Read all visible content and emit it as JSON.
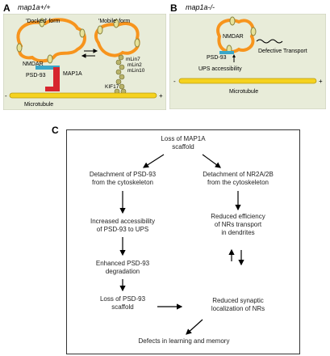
{
  "panel_a": {
    "letter": "A",
    "genotype": "map1a+/+",
    "docked_label": "'Docked' form",
    "mobile_label": "'Mobile' form",
    "nmdar_label": "NMDAR",
    "psd93_label": "PSD-93",
    "map1a_label": "MAP1A",
    "mlin7_label": "mLin7",
    "mlin2_label": "mLin2",
    "mlin10_label": "mLin10",
    "kif17_label": "KIF17",
    "microtubule_label": "Microtubule",
    "minus": "-",
    "plus": "+"
  },
  "panel_b": {
    "letter": "B",
    "genotype": "map1a-/-",
    "nmdar_label": "NMDAR",
    "psd93_label": "PSD-93",
    "ups_label": "UPS accessibility",
    "transport_label": "Defective Transport",
    "microtubule_label": "Microtubule",
    "minus": "-",
    "plus": "+"
  },
  "panel_c": {
    "letter": "C",
    "nodes": {
      "loss_map1a": "Loss of MAP1A\nscaffold",
      "detach_psd93": "Detachment of PSD-93\nfrom the cytoskeleton",
      "detach_nr": "Detachment of NR2A/2B\nfrom the cytoskeleton",
      "ups_access": "Increased accessibility\nof PSD-93 to UPS",
      "reduced_transport": "Reduced efficiency\nof NRs transport\nin dendrites",
      "degradation": "Enhanced PSD-93\ndegradation",
      "loss_psd93": "Loss of PSD-93\nscaffold",
      "reduced_localization": "Reduced synaptic\nlocalization of NRs",
      "defects": "Defects in learning and memory"
    }
  },
  "colors": {
    "panel_bg": "#e8ecd9",
    "nmdar_orange": "#f7941d",
    "microtubule_yellow": "#f5d21f",
    "map1a_red": "#d7262e",
    "psd93_blue": "#3aa7c9",
    "kinesin_khaki": "#b8b36a"
  }
}
